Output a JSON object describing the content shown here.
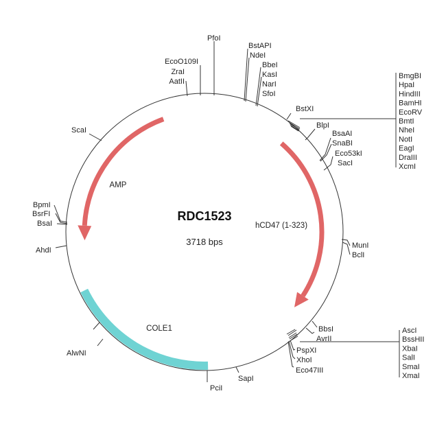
{
  "plasmid": {
    "name": "RDC1523",
    "size": "3718 bps"
  },
  "features": [
    {
      "label": "AMP",
      "color": "#e06666"
    },
    {
      "label": "hCD47 (1-323)",
      "color": "#e06666"
    },
    {
      "label": "COLE1",
      "color": "#6fd3d3"
    }
  ],
  "sites": {
    "top": [
      "PfoI",
      "EcoO109I",
      "ZraI",
      "AatII",
      "BstAPI",
      "NdeI",
      "BbeI",
      "KasI",
      "NarI",
      "SfoI"
    ],
    "right_upper": [
      "BstXI",
      "BlpI",
      "BsaAI",
      "SnaBI",
      "Eco53kI",
      "SacI"
    ],
    "cluster1": [
      "BmgBI",
      "HpaI",
      "HindIII",
      "BamHI",
      "EcoRV",
      "BmtI",
      "NheI",
      "NotI",
      "EagI",
      "DraIII",
      "XcmI"
    ],
    "right_mid": [
      "MunI",
      "BclI"
    ],
    "right_lower": [
      "BbsI",
      "AvrII",
      "PspXI",
      "XhoI",
      "Eco47III"
    ],
    "cluster2": [
      "AscI",
      "BssHII",
      "XbaI",
      "SalI",
      "SmaI",
      "XmaI"
    ],
    "bottom": [
      "SapI",
      "PciI",
      "AlwNI"
    ],
    "left": [
      "ScaI",
      "BpmI",
      "BsrFI",
      "BsaI",
      "AhdI"
    ]
  }
}
